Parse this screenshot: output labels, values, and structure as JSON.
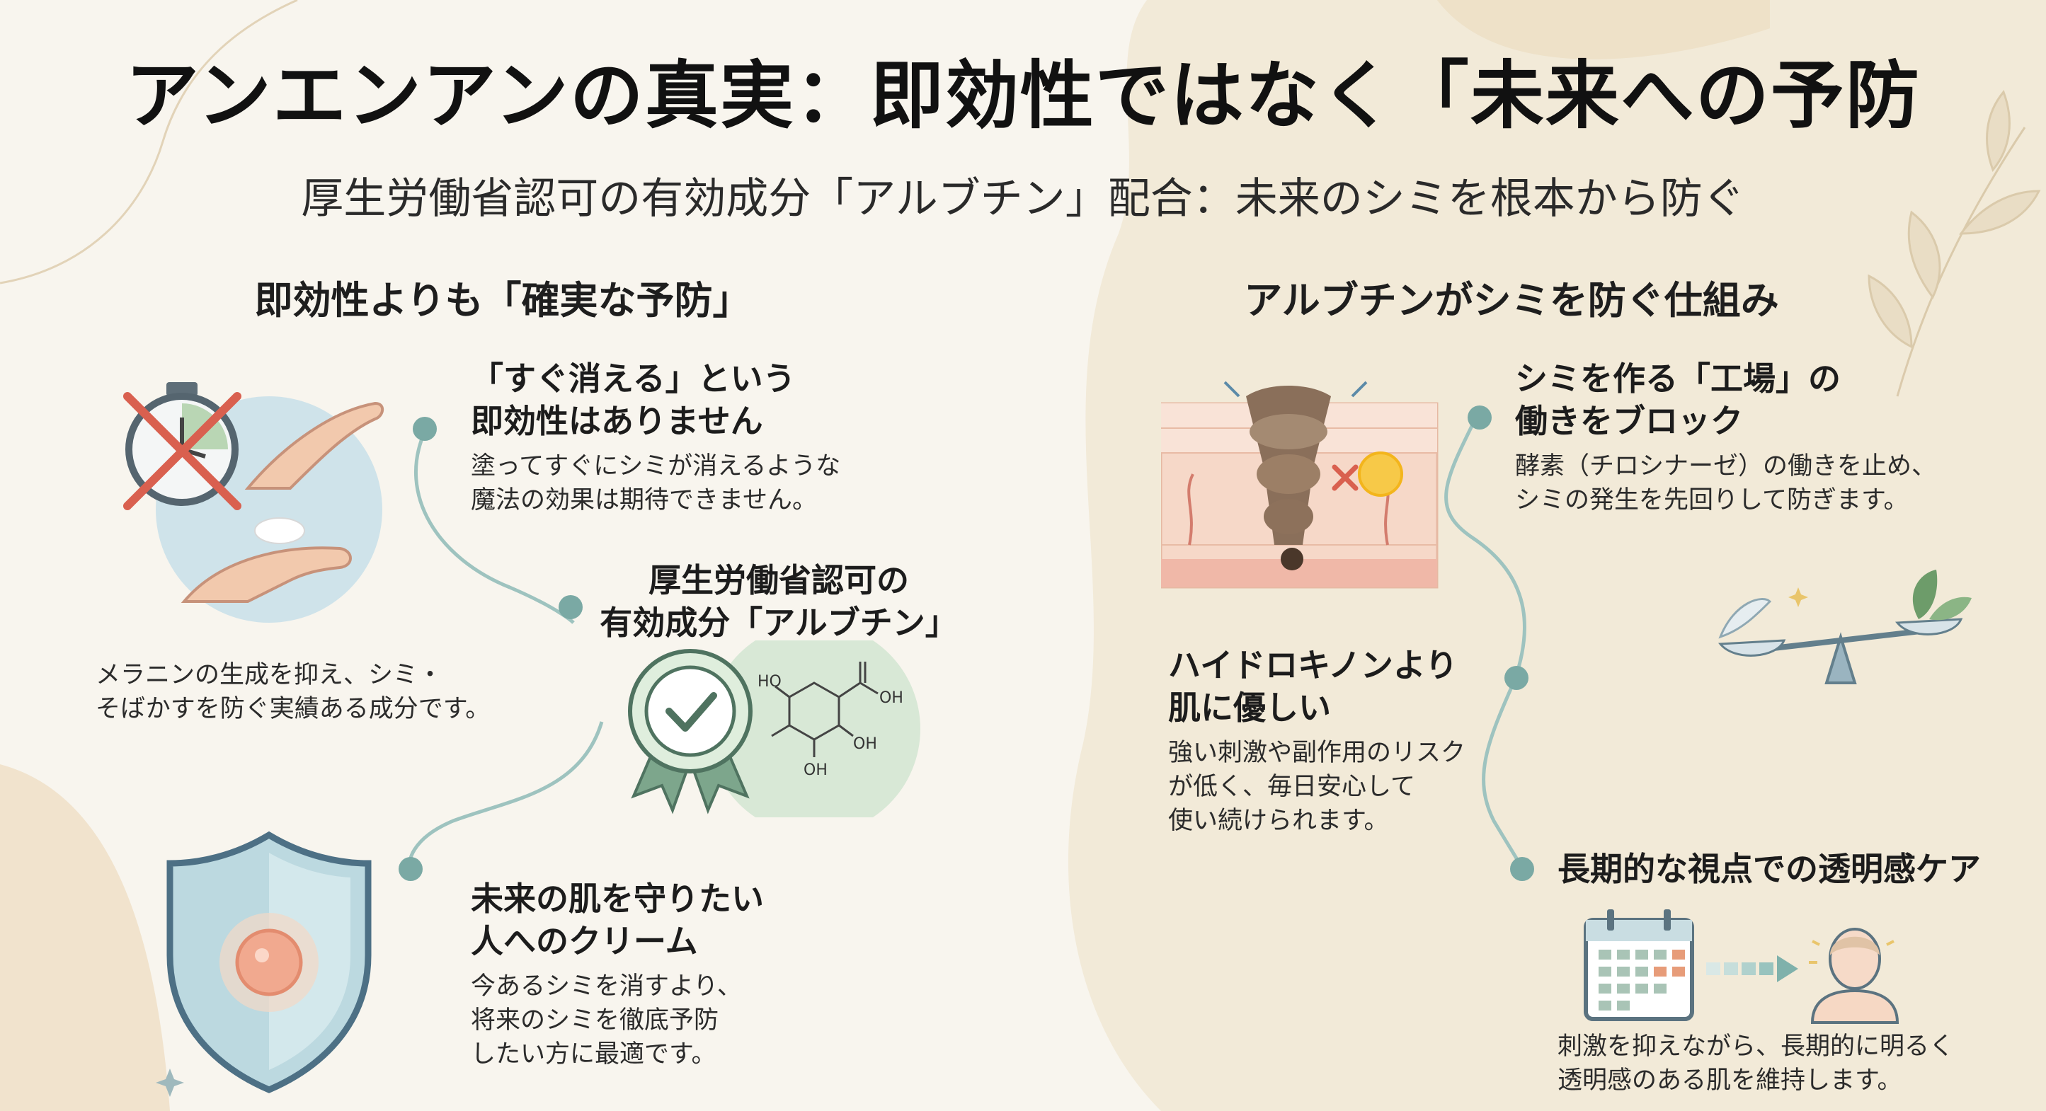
{
  "title": "アンエンアンの真実：即効性ではなく「未来への予防",
  "subtitle": "厚生労働省認可の有効成分「アルブチン」配合：未来のシミを根本から防ぐ",
  "left_section": {
    "heading": "即効性よりも「確実な予防」",
    "items": [
      {
        "title_l1": "「すぐ消える」という",
        "title_l2": "即効性はありません",
        "body_l1": "塗ってすぐにシミが消えるような",
        "body_l2": "魔法の効果は期待できません。"
      },
      {
        "title_l1": "厚生労働省認可の",
        "title_l2": "有効成分「アルブチン」",
        "body_l1": "メラニンの生成を抑え、シミ・",
        "body_l2": "そばかすを防ぐ実績ある成分です。"
      },
      {
        "title_l1": "未来の肌を守りたい",
        "title_l2": "人へのクリーム",
        "body_l1": "今あるシミを消すより、",
        "body_l2": "将来のシミを徹底予防",
        "body_l3": "したい方に最適です。"
      }
    ],
    "molecule_labels": {
      "ho_top": "HO",
      "oh_right": "OH",
      "oh_mid": "OH",
      "oh_bottom": "OH"
    }
  },
  "right_section": {
    "heading": "アルブチンがシミを防ぐ仕組み",
    "items": [
      {
        "title_l1": "シミを作る「工場」の",
        "title_l2": "働きをブロック",
        "body_l1": "酵素（チロシナーゼ）の働きを止め、",
        "body_l2": "シミの発生を先回りして防ぎます。"
      },
      {
        "title_l1": "ハイドロキノンより",
        "title_l2": "肌に優しい",
        "body_l1": "強い刺激や副作用のリスク",
        "body_l2": "が低く、毎日安心して",
        "body_l3": "使い続けられます。"
      },
      {
        "title_l1": "長期的な視点での透明感ケア",
        "body_l1": "刺激を抑えながら、長期的に明るく",
        "body_l2": "透明感のある肌を維持します。"
      }
    ]
  },
  "colors": {
    "accent_teal": "#7aa9a4",
    "beige": "#efe3cc",
    "background": "#f8f5ee",
    "cross_red": "#d9604f"
  }
}
